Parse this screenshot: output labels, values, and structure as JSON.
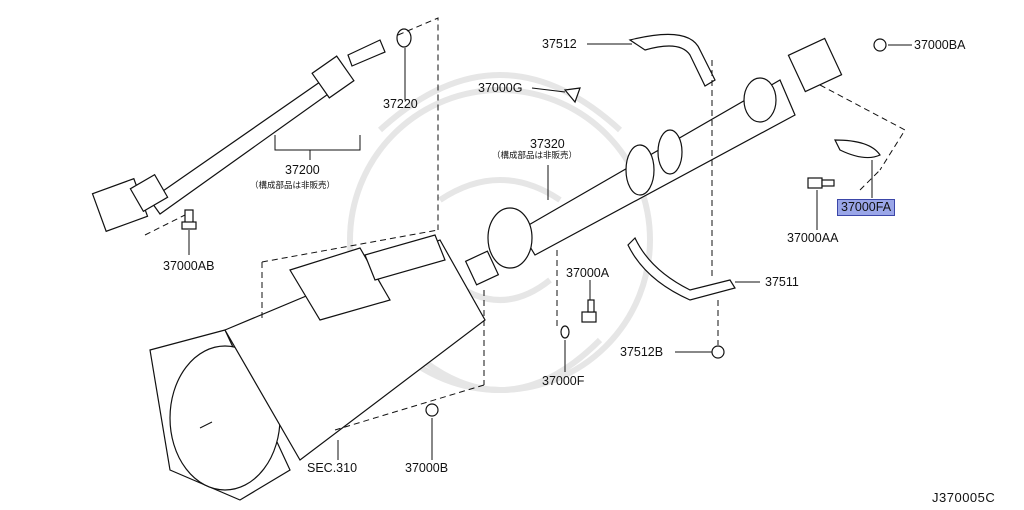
{
  "diagram": {
    "code": "J370005C",
    "highlight_color": "#9aa6e8",
    "parts": [
      {
        "id": "p37220",
        "label": "37220"
      },
      {
        "id": "p37200",
        "label": "37200",
        "note": "（構成部品は非販売）"
      },
      {
        "id": "p37000AB",
        "label": "37000AB"
      },
      {
        "id": "p37512",
        "label": "37512"
      },
      {
        "id": "p37000G",
        "label": "37000G"
      },
      {
        "id": "p37320",
        "label": "37320",
        "note": "（構成部品は非販売）"
      },
      {
        "id": "p37000BA",
        "label": "37000BA"
      },
      {
        "id": "p37000FA",
        "label": "37000FA",
        "highlighted": true
      },
      {
        "id": "p37000AA",
        "label": "37000AA"
      },
      {
        "id": "p37000A",
        "label": "37000A"
      },
      {
        "id": "p37511",
        "label": "37511"
      },
      {
        "id": "p37000F",
        "label": "37000F"
      },
      {
        "id": "p37512B",
        "label": "37512B"
      },
      {
        "id": "pSEC310",
        "label": "SEC.310"
      },
      {
        "id": "p37000B",
        "label": "37000B"
      }
    ]
  }
}
